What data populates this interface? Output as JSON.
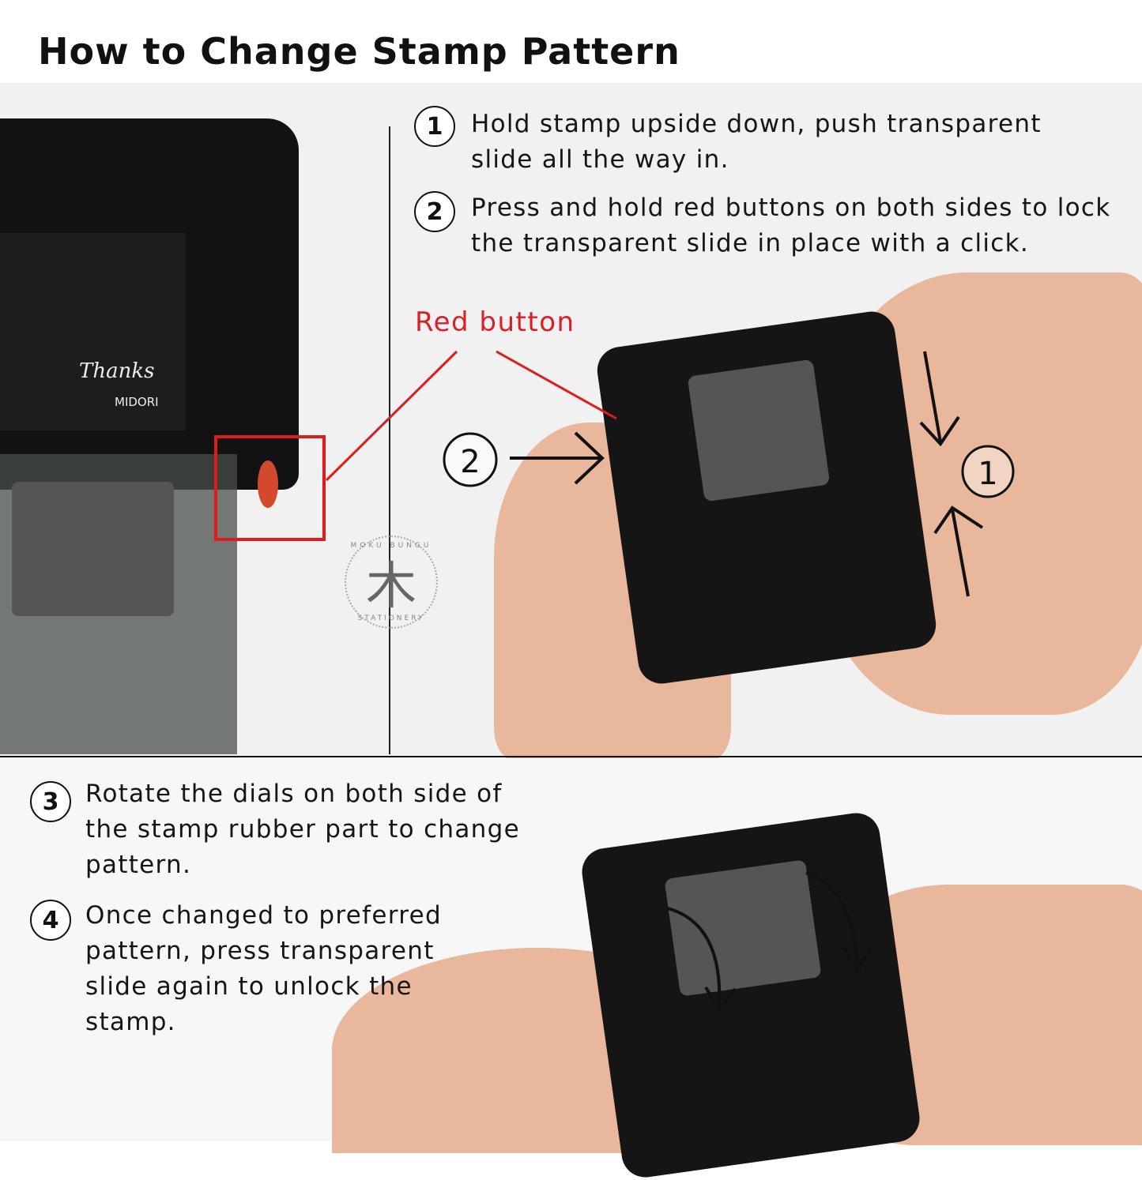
{
  "title": "How to Change Stamp Pattern",
  "steps": [
    {
      "number": "1",
      "text": "Hold stamp upside down, push transparent slide all the way in."
    },
    {
      "number": "2",
      "text": "Press and hold red buttons on both sides to lock the transparent slide in place with a click."
    },
    {
      "number": "3",
      "text": "Rotate the dials on both side of the stamp rubber part to change pattern."
    },
    {
      "number": "4",
      "text": "Once changed to preferred pattern, press transparent slide again to unlock the stamp."
    }
  ],
  "callout": {
    "label": "Red button",
    "color": "#d9202a"
  },
  "logo": {
    "mark": "木",
    "text_top": "MOKU BUNGU",
    "text_bottom": "STATIONERY"
  },
  "stamp_print": {
    "brand": "MIDORI",
    "text": "Thanks"
  }
}
